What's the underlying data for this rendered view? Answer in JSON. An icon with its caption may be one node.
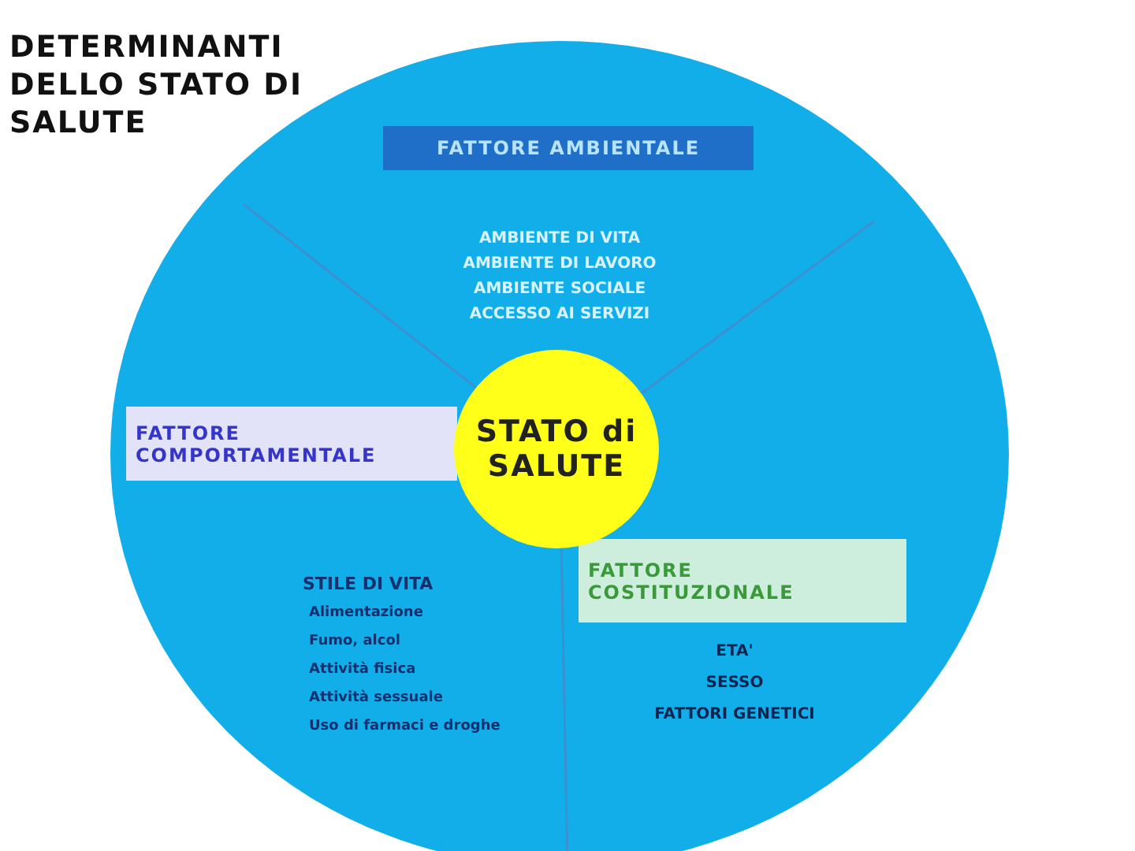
{
  "diagram": {
    "title": "DETERMINANTI DELLO STATO DI SALUTE",
    "nodes": [
      {
        "text": [],
        "shape": "circle"
      },
      {
        "text": [
          "FATTORE AMBIENTALE"
        ],
        "in": 0
      },
      {
        "text": [
          "FATTORE COMPORTAMENTALE"
        ],
        "in": 0
      },
      {
        "text": [
          "STATO di SALUTE"
        ],
        "in": 0
      },
      {
        "text": [
          "FATTORE COSTITUZIONALE"
        ],
        "in": 0
      }
    ],
    "edges": [],
    "labels": [
      "AMBIENTE DI VITA",
      "AMBIENTE DI LAVORO",
      "AMBIENTE SOCIALE",
      "ACCESSO AI SERVIZI",
      "STILE DI VITA",
      "Alimentazione",
      "Fumo, alcol",
      "Attività fisica",
      "Attività sessuale",
      "Uso di farmaci e droghe",
      "ETA'",
      "SESSO",
      "FATTORI GENETICI"
    ]
  }
}
